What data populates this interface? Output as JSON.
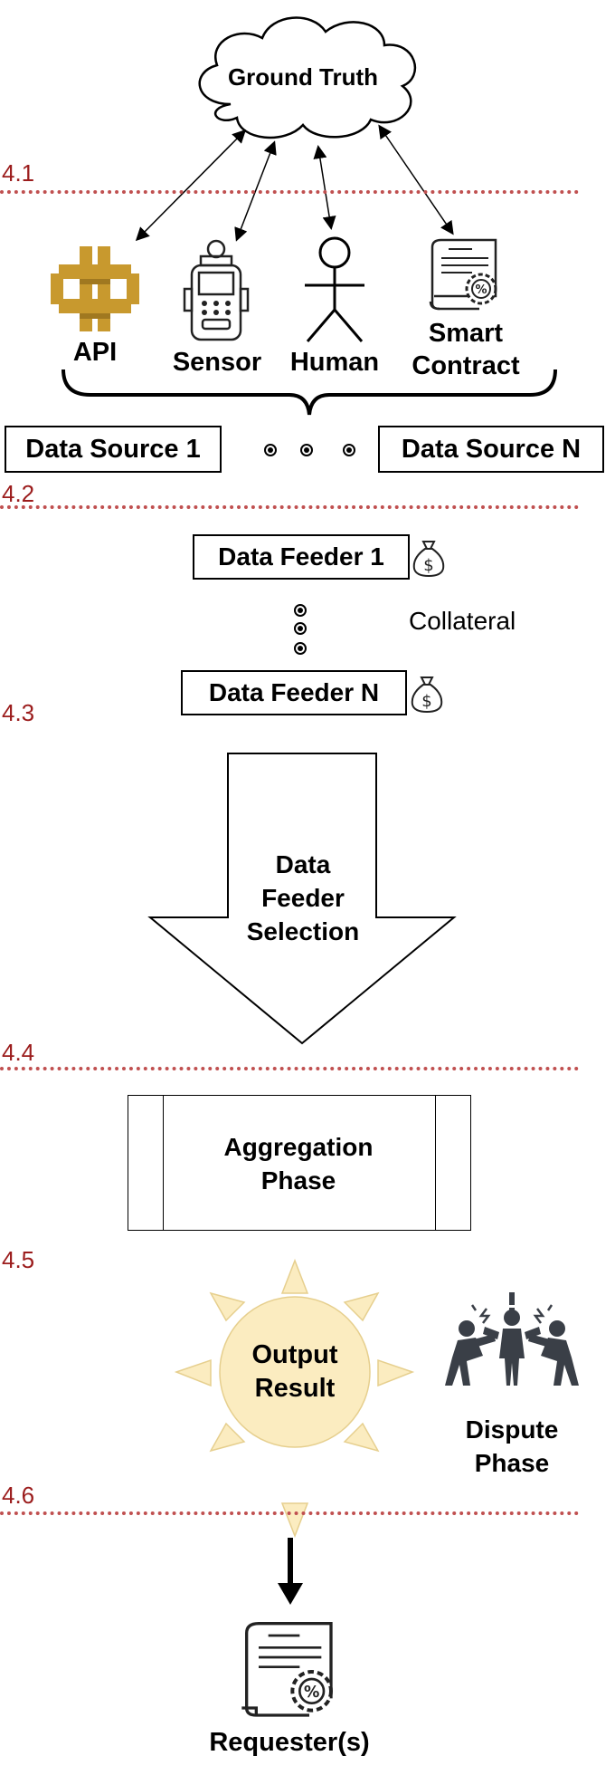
{
  "ground_truth": "Ground Truth",
  "stages": [
    "4.1",
    "4.2",
    "4.3",
    "4.4",
    "4.5",
    "4.6"
  ],
  "sources": {
    "api": "API",
    "sensor": "Sensor",
    "human": "Human",
    "smart_contract": [
      "Smart",
      "Contract"
    ]
  },
  "data_source_first": "Data Source 1",
  "data_source_last": "Data Source N",
  "data_feeder_first": "Data Feeder 1",
  "data_feeder_last": "Data Feeder N",
  "collateral": "Collateral",
  "selection": [
    "Data",
    "Feeder",
    "Selection"
  ],
  "aggregation": [
    "Aggregation",
    "Phase"
  ],
  "output": [
    "Output",
    "Result"
  ],
  "dispute": [
    "Dispute",
    "Phase"
  ],
  "requester": "Requester(s)",
  "colors": {
    "stage_number": "#9b1c1c",
    "dotted_line": "#c05050",
    "api_icon": "#c8992e",
    "sun_fill": "#fbecc0",
    "sun_rays": "#fbecc0",
    "icon_dark": "#3a3f47"
  },
  "icons": {
    "api": "api-gateway-icon",
    "sensor": "sensor-device-icon",
    "human": "stick-figure-icon",
    "smart_contract": "smart-contract-icon",
    "collateral": "money-bag-icon",
    "dispute": "dispute-people-icon",
    "requester": "contract-document-icon"
  }
}
